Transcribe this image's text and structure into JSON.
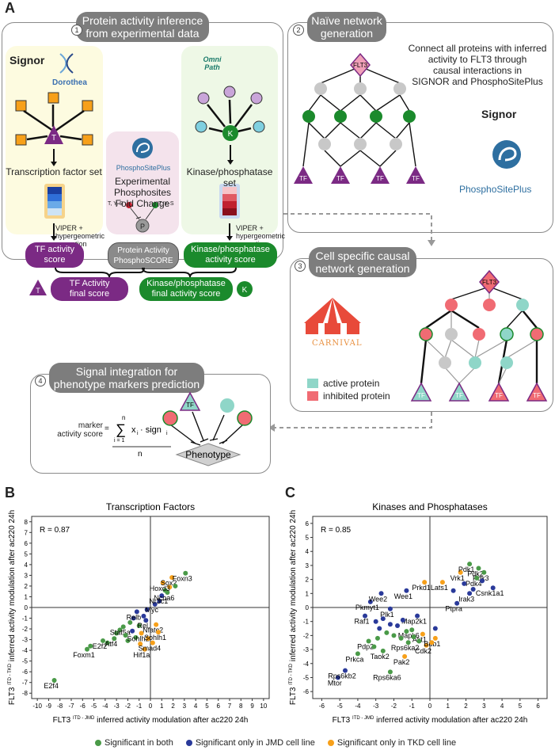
{
  "panels": {
    "A": "A",
    "B": "B",
    "C": "C"
  },
  "step1": {
    "num": "1",
    "title_line1": "Protein activity inference",
    "title_line2": "from experimental data",
    "signor_logo": "Signor",
    "dorothea_logo": "Dorothea",
    "omnipath_logo": "Omni Path",
    "phospho_logo": "PhosphoSitePlus",
    "tf_set": "Transcription factor set",
    "kin_set": "Kinase/phosphatase set",
    "exp_line1": "Experimental",
    "exp_line2": "Phosphosites",
    "exp_line3": "Fold Change",
    "residues": "T, Y, S",
    "p_label": "P",
    "t_label": "T",
    "k_label": "K",
    "viper1": "VIPER +",
    "viper2": "hypergeometric",
    "viper3": "correction",
    "tf_score1": "TF activity",
    "tf_score2": "score",
    "protein_score1": "Protein Activity",
    "protein_score2": "PhosphoSCORE",
    "kin_score1": "Kinase/phosphatase",
    "kin_score2": "activity score",
    "tf_final1": "TF Activity",
    "tf_final2": "final score",
    "kin_final1": "Kinase/phosphatase",
    "kin_final2": "final activity score"
  },
  "step2": {
    "num": "2",
    "title_line1": "Naïve network",
    "title_line2": "generation",
    "desc": [
      "Connect all proteins with inferred",
      "activity to FLT3 through",
      "causal interactions in",
      "SIGNOR and PhosphoSitePlus"
    ],
    "flt3": "FLT3",
    "tf": "TF",
    "signor_logo": "Signor",
    "phospho_logo": "PhosphoSitePlus"
  },
  "step3": {
    "num": "3",
    "title_line1": "Cell specific causal",
    "title_line2": "network generation",
    "carnival": "CARNIVAL",
    "legend_active": "active protein",
    "legend_inhibited": "inhibited protein",
    "flt3": "FLT3",
    "tf": "TF"
  },
  "step4": {
    "num": "4",
    "title_line1": "Signal integration for",
    "title_line2": "phenotype markers prediction",
    "marker1": "marker",
    "marker2": "activity score",
    "formula_eq": "=",
    "formula_sum": "∑",
    "formula_top": "n",
    "formula_bottom": "i = 1",
    "formula_term": "x",
    "formula_sign": "· sign",
    "formula_sub": "i",
    "formula_den": "n",
    "phenotype": "Phenotype",
    "tf": "TF"
  },
  "colors": {
    "green": "#1b8a2c",
    "purple": "#7b2a84",
    "red": "#f06b73",
    "teal": "#8fd6c8",
    "grey": "#c8c8c8",
    "orange": "#f7a01a",
    "navy": "#2a3a9a",
    "both": "#4a9a48"
  },
  "legend": {
    "both": "Significant in both",
    "jmd": "Significant only in JMD cell line",
    "tkd": "Significant only in TKD cell line"
  },
  "chart_data": [
    {
      "type": "scatter",
      "title": "Transcription Factors",
      "r_label": "R = 0.87",
      "xlabel_main": "FLT3",
      "xlabel_sup": "ITD - JMD",
      "xlabel_rest": "inferred activity modulation after ac220 24h",
      "ylabel_main": "FLT3",
      "ylabel_sup": "ITD - TKD",
      "ylabel_rest": "inferred activity modulation after ac220 24h",
      "xlim": [
        -10.5,
        10.5
      ],
      "ylim": [
        -8.5,
        8.5
      ],
      "xticks": [
        -10,
        -9,
        -8,
        -7,
        -6,
        -5,
        -4,
        -3,
        -2,
        -1,
        0,
        1,
        2,
        3,
        4,
        5,
        6,
        7,
        8,
        9,
        10
      ],
      "yticks": [
        -8,
        -7,
        -6,
        -5,
        -4,
        -3,
        -2,
        -1,
        0,
        1,
        2,
        3,
        4,
        5,
        6,
        7,
        8
      ],
      "points": [
        {
          "x": -8.5,
          "y": -6.8,
          "g": "both",
          "label": "E2f4"
        },
        {
          "x": -5.6,
          "y": -3.9,
          "g": "both",
          "label": "Foxm1"
        },
        {
          "x": -5.3,
          "y": -3.6,
          "g": "both",
          "label": ""
        },
        {
          "x": -4.2,
          "y": -3.1,
          "g": "both",
          "label": "E2f2"
        },
        {
          "x": -3.8,
          "y": -3.3,
          "g": "both",
          "label": ""
        },
        {
          "x": -3.2,
          "y": -2.9,
          "g": "both",
          "label": "Atf4"
        },
        {
          "x": -3.0,
          "y": -2.4,
          "g": "both",
          "label": ""
        },
        {
          "x": -2.7,
          "y": -2.1,
          "g": "both",
          "label": ""
        },
        {
          "x": -2.4,
          "y": -1.8,
          "g": "both",
          "label": "Stat5a"
        },
        {
          "x": -2.2,
          "y": -2.6,
          "g": "both",
          "label": ""
        },
        {
          "x": -2.0,
          "y": -3.1,
          "g": "both",
          "label": ""
        },
        {
          "x": -1.8,
          "y": -1.4,
          "g": "both",
          "label": ""
        },
        {
          "x": -1.6,
          "y": -2.2,
          "g": "jmd",
          "label": ""
        },
        {
          "x": -1.5,
          "y": -1.0,
          "g": "jmd",
          "label": ""
        },
        {
          "x": -1.3,
          "y": -2.8,
          "g": "both",
          "label": ""
        },
        {
          "x": -1.2,
          "y": -0.4,
          "g": "jmd",
          "label": "Relb"
        },
        {
          "x": -1.0,
          "y": -1.7,
          "g": "both",
          "label": ""
        },
        {
          "x": -0.9,
          "y": -3.4,
          "g": "orange",
          "label": ""
        },
        {
          "x": -0.8,
          "y": -2.4,
          "g": "orange",
          "label": "Sohlh2"
        },
        {
          "x": -0.6,
          "y": -0.8,
          "g": "jmd",
          "label": ""
        },
        {
          "x": -0.5,
          "y": -3.9,
          "g": "orange",
          "label": "Hif1a"
        },
        {
          "x": -0.4,
          "y": -1.2,
          "g": "jmd",
          "label": "Rel"
        },
        {
          "x": -0.3,
          "y": -0.2,
          "g": "jmd",
          "label": ""
        },
        {
          "x": -0.2,
          "y": -2.9,
          "g": "orange",
          "label": ""
        },
        {
          "x": 0.2,
          "y": -3.3,
          "g": "orange",
          "label": "Smad4"
        },
        {
          "x": 0.5,
          "y": -1.6,
          "g": "orange",
          "label": "Nfatc2"
        },
        {
          "x": 0.7,
          "y": -2.3,
          "g": "orange",
          "label": "Sohlh1"
        },
        {
          "x": 0.4,
          "y": 0.3,
          "g": "jmd",
          "label": "Myc"
        },
        {
          "x": 0.8,
          "y": 0.6,
          "g": "jmd",
          "label": ""
        },
        {
          "x": 1.0,
          "y": 1.1,
          "g": "jmd",
          "label": "Nr3c1"
        },
        {
          "x": 1.3,
          "y": 1.6,
          "g": "both",
          "label": ""
        },
        {
          "x": 1.5,
          "y": 1.4,
          "g": "both",
          "label": "Ncoa6"
        },
        {
          "x": 1.7,
          "y": 1.9,
          "g": "orange",
          "label": ""
        },
        {
          "x": 1.1,
          "y": 2.3,
          "g": "orange",
          "label": "Hoxd3"
        },
        {
          "x": 1.9,
          "y": 2.8,
          "g": "orange",
          "label": "Sox2"
        },
        {
          "x": 2.2,
          "y": 2.0,
          "g": "both",
          "label": ""
        },
        {
          "x": 3.1,
          "y": 3.2,
          "g": "both",
          "label": "Foxn3"
        }
      ]
    },
    {
      "type": "scatter",
      "title": "Kinases and Phosphatases",
      "r_label": "R = 0.85",
      "xlabel_main": "FLT3",
      "xlabel_sup": "ITD - JMD",
      "xlabel_rest": "inferred activity modulation after ac220 24h",
      "ylabel_main": "FLT3",
      "ylabel_sup": "ITD - TKD",
      "ylabel_rest": "inferred activity modulation after ac220 24h",
      "xlim": [
        -6.5,
        6.5
      ],
      "ylim": [
        -6.5,
        6.5
      ],
      "xticks": [
        -6,
        -5,
        -4,
        -3,
        -2,
        -1,
        0,
        1,
        2,
        3,
        4,
        5,
        6
      ],
      "yticks": [
        -6,
        -5,
        -4,
        -3,
        -2,
        -1,
        0,
        1,
        2,
        3,
        4,
        5,
        6
      ],
      "points": [
        {
          "x": -5.1,
          "y": -5.0,
          "g": "jmd",
          "label": "Mtor"
        },
        {
          "x": -4.7,
          "y": -4.5,
          "g": "jmd",
          "label": "Rps6kb2"
        },
        {
          "x": -4.0,
          "y": -3.3,
          "g": "both",
          "label": "Prkca"
        },
        {
          "x": -3.4,
          "y": -2.4,
          "g": "both",
          "label": "Pdp2"
        },
        {
          "x": -2.6,
          "y": -3.1,
          "g": "both",
          "label": "Taok2"
        },
        {
          "x": -2.2,
          "y": -4.6,
          "g": "both",
          "label": "Rps6ka6"
        },
        {
          "x": -1.4,
          "y": -3.5,
          "g": "orange",
          "label": "Pak2"
        },
        {
          "x": -1.2,
          "y": -2.5,
          "g": "both",
          "label": "Rps6ka2"
        },
        {
          "x": -0.2,
          "y": -2.7,
          "g": "orange",
          "label": "Cdk2"
        },
        {
          "x": 0.3,
          "y": -2.2,
          "g": "orange",
          "label": "Bub1"
        },
        {
          "x": -0.4,
          "y": -1.9,
          "g": "orange",
          "label": "Akt1"
        },
        {
          "x": -1.0,
          "y": -1.6,
          "g": "both",
          "label": "Mapk6"
        },
        {
          "x": -0.7,
          "y": -0.6,
          "g": "jmd",
          "label": "Map2k1"
        },
        {
          "x": -3.6,
          "y": -0.6,
          "g": "jmd",
          "label": "Raf1"
        },
        {
          "x": -2.2,
          "y": -0.1,
          "g": "jmd",
          "label": "Plk1"
        },
        {
          "x": -3.3,
          "y": 0.4,
          "g": "jmd",
          "label": "Pkmyt1"
        },
        {
          "x": -2.7,
          "y": 1.0,
          "g": "jmd",
          "label": "Wee2"
        },
        {
          "x": -1.3,
          "y": 1.2,
          "g": "jmd",
          "label": "Wee1"
        },
        {
          "x": -0.3,
          "y": 1.8,
          "g": "orange",
          "label": "Prkd1"
        },
        {
          "x": 0.7,
          "y": 1.8,
          "g": "orange",
          "label": "Lats1"
        },
        {
          "x": 1.7,
          "y": 2.5,
          "g": "orange",
          "label": "Vrk1"
        },
        {
          "x": 2.2,
          "y": 3.1,
          "g": "both",
          "label": "Pdk1"
        },
        {
          "x": 2.7,
          "y": 2.8,
          "g": "both",
          "label": "Pdk2"
        },
        {
          "x": 3.0,
          "y": 2.5,
          "g": "both",
          "label": "Pdk3"
        },
        {
          "x": 2.6,
          "y": 2.1,
          "g": "both",
          "label": "Pdk4"
        },
        {
          "x": 3.5,
          "y": 1.4,
          "g": "jmd",
          "label": "Csnk1a1"
        },
        {
          "x": 2.2,
          "y": 1.0,
          "g": "jmd",
          "label": "Irak3"
        },
        {
          "x": 1.5,
          "y": 0.3,
          "g": "jmd",
          "label": "Ptpra"
        },
        {
          "x": -3.0,
          "y": -1.0,
          "g": "jmd",
          "label": ""
        },
        {
          "x": -2.8,
          "y": -1.5,
          "g": "jmd",
          "label": ""
        },
        {
          "x": -2.6,
          "y": -0.8,
          "g": "jmd",
          "label": ""
        },
        {
          "x": -2.4,
          "y": -1.8,
          "g": "both",
          "label": ""
        },
        {
          "x": -2.2,
          "y": -1.2,
          "g": "jmd",
          "label": ""
        },
        {
          "x": -2.0,
          "y": -2.0,
          "g": "both",
          "label": ""
        },
        {
          "x": -1.8,
          "y": -1.3,
          "g": "jmd",
          "label": ""
        },
        {
          "x": -1.6,
          "y": -2.2,
          "g": "both",
          "label": ""
        },
        {
          "x": -1.5,
          "y": -0.9,
          "g": "jmd",
          "label": ""
        },
        {
          "x": -1.3,
          "y": -1.7,
          "g": "both",
          "label": ""
        },
        {
          "x": -0.9,
          "y": -2.1,
          "g": "both",
          "label": ""
        },
        {
          "x": -0.6,
          "y": -2.4,
          "g": "both",
          "label": ""
        },
        {
          "x": -3.1,
          "y": -2.8,
          "g": "both",
          "label": ""
        },
        {
          "x": -2.9,
          "y": -2.2,
          "g": "both",
          "label": ""
        },
        {
          "x": 1.9,
          "y": 1.7,
          "g": "jmd",
          "label": ""
        },
        {
          "x": 2.4,
          "y": 1.3,
          "g": "jmd",
          "label": ""
        },
        {
          "x": 1.3,
          "y": 1.2,
          "g": "jmd",
          "label": ""
        },
        {
          "x": 2.9,
          "y": 1.9,
          "g": "jmd",
          "label": ""
        },
        {
          "x": 0.3,
          "y": -1.5,
          "g": "jmd",
          "label": ""
        },
        {
          "x": 0.1,
          "y": -2.5,
          "g": "orange",
          "label": ""
        }
      ]
    }
  ]
}
